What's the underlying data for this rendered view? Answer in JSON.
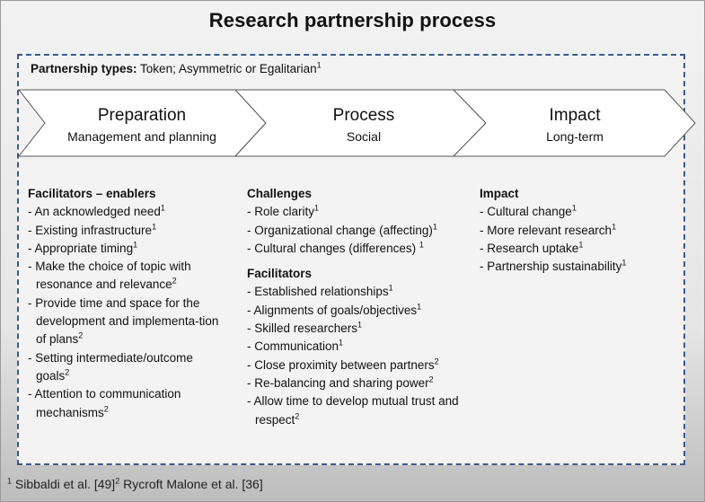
{
  "title": "Research partnership process",
  "partnership": {
    "label": "Partnership types:",
    "value": " Token; Asymmetric or Egalitarian",
    "ref": "1"
  },
  "stages": [
    {
      "title": "Preparation",
      "subtitle": "Management and planning"
    },
    {
      "title": "Process",
      "subtitle": "Social"
    },
    {
      "title": "Impact",
      "subtitle": "Long-term"
    }
  ],
  "columns": {
    "preparation": {
      "heading": "Facilitators – enablers",
      "items": [
        {
          "text": "An acknowledged need",
          "ref": "1"
        },
        {
          "text": "Existing infrastructure",
          "ref": "1"
        },
        {
          "text": "Appropriate timing",
          "ref": "1"
        },
        {
          "text": "Make the choice of topic with resonance and relevance",
          "ref": "2"
        },
        {
          "text": "Provide time and space for the development and implementa-tion of plans",
          "ref": "2"
        },
        {
          "text": "Setting intermediate/outcome goals",
          "ref": "2"
        },
        {
          "text": "Attention to communication mechanisms",
          "ref": "2"
        }
      ]
    },
    "process": {
      "challenges_heading": "Challenges",
      "challenges": [
        {
          "text": "Role clarity",
          "ref": "1"
        },
        {
          "text": "Organizational change (affecting)",
          "ref": "1"
        },
        {
          "text": "Cultural changes (differences) ",
          "ref": "1"
        }
      ],
      "facilitators_heading": "Facilitators",
      "facilitators": [
        {
          "text": "Established relationships",
          "ref": "1"
        },
        {
          "text": "Alignments of goals/objectives",
          "ref": "1"
        },
        {
          "text": "Skilled researchers",
          "ref": "1"
        },
        {
          "text": "Communication",
          "ref": "1"
        },
        {
          "text": "Close proximity between partners",
          "ref": "2"
        },
        {
          "text": "Re-balancing and sharing power",
          "ref": "2"
        },
        {
          "text": "Allow time to develop mutual trust and respect",
          "ref": "2"
        }
      ]
    },
    "impact": {
      "heading": "Impact",
      "items": [
        {
          "text": "Cultural change",
          "ref": "1"
        },
        {
          "text": "More relevant research",
          "ref": "1"
        },
        {
          "text": "Research uptake",
          "ref": "1"
        },
        {
          "text": "Partnership sustainability",
          "ref": "1"
        }
      ]
    }
  },
  "footnote": {
    "ref1": "1",
    "text1": " Sibbaldi et al. [49]",
    "ref2": "2",
    "text2": " Rycroft Malone et al. [36]"
  },
  "colors": {
    "dashed_border": "#3b5a8a",
    "arrow_fill": "#ffffff",
    "arrow_stroke": "#555555"
  }
}
